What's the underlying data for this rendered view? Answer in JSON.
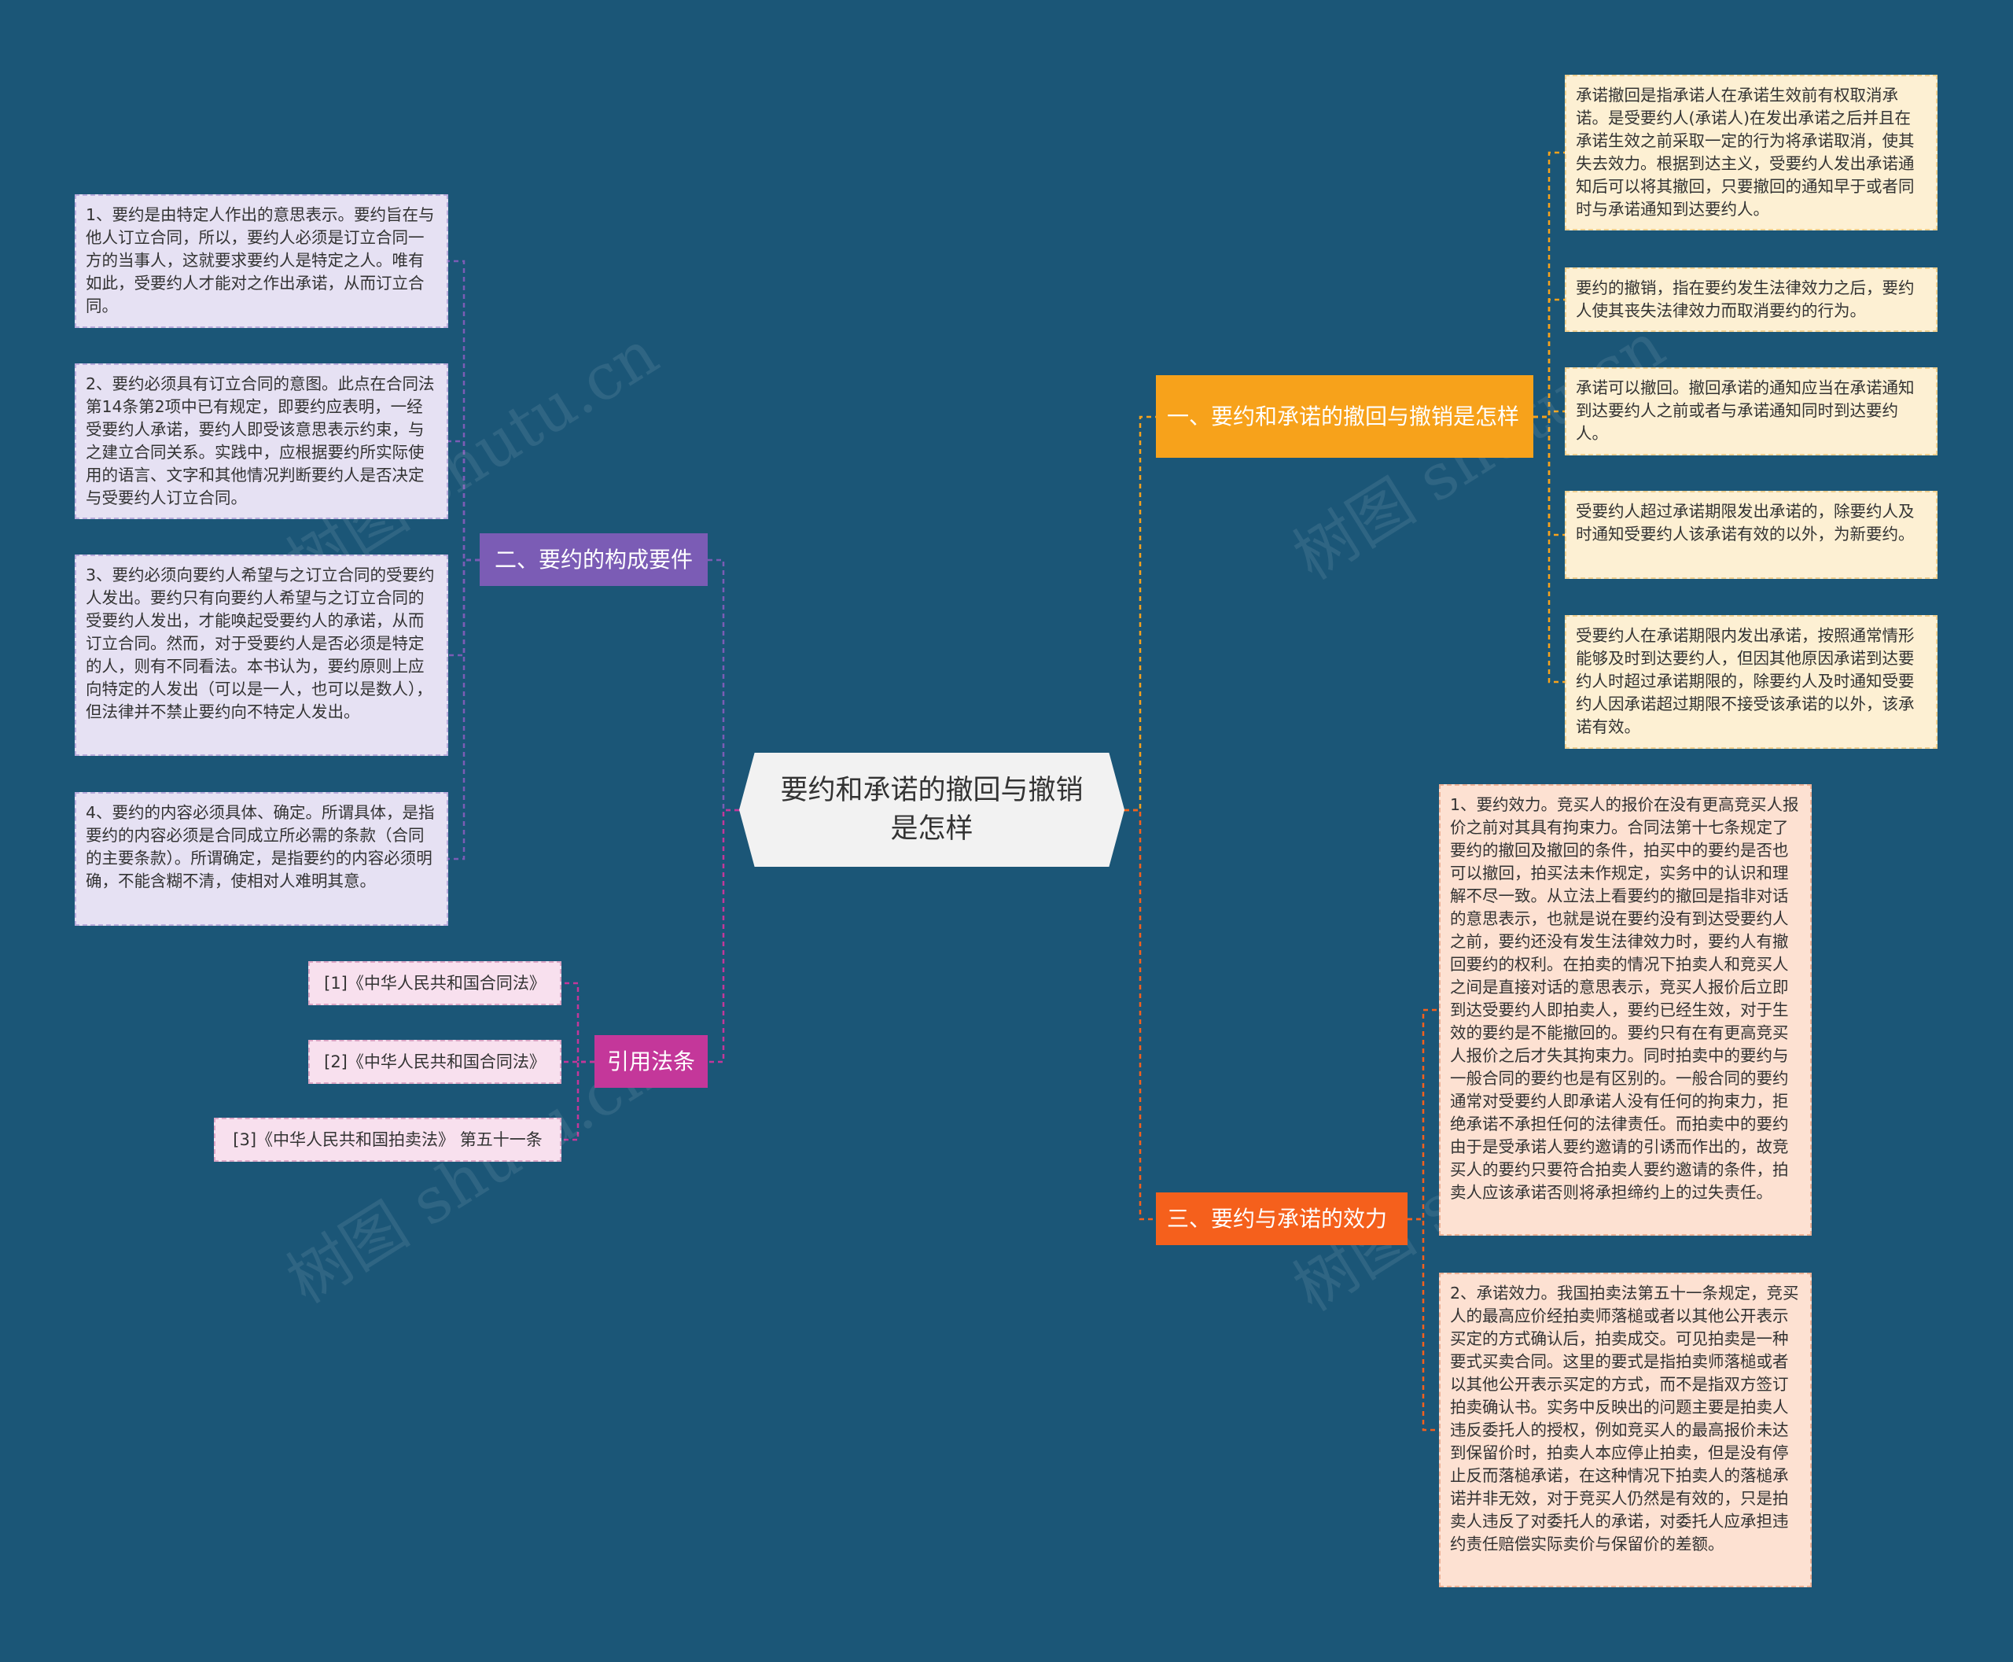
{
  "center": {
    "title": "要约和承诺的撤回与撤销是怎样"
  },
  "branches": {
    "b1": {
      "label": "一、要约和承诺的撤回与撤销是怎样",
      "color": "#f7a21b",
      "items": [
        "承诺撤回是指承诺人在承诺生效前有权取消承诺。是受要约人(承诺人)在发出承诺之后并且在承诺生效之前采取一定的行为将承诺取消，使其失去效力。根据到达主义，受要约人发出承诺通知后可以将其撤回，只要撤回的通知早于或者同时与承诺通知到达要约人。",
        "要约的撤销，指在要约发生法律效力之后，要约人使其丧失法律效力而取消要约的行为。",
        "承诺可以撤回。撤回承诺的通知应当在承诺通知到达要约人之前或者与承诺通知同时到达要约人。",
        "受要约人超过承诺期限发出承诺的，除要约人及时通知受要约人该承诺有效的以外，为新要约。",
        "受要约人在承诺期限内发出承诺，按照通常情形能够及时到达要约人，但因其他原因承诺到达要约人时超过承诺期限的，除要约人及时通知受要约人因承诺超过期限不接受该承诺的以外，该承诺有效。"
      ]
    },
    "b2": {
      "label": "二、要约的构成要件",
      "color": "#7b5cb5",
      "items": [
        "1、要约是由特定人作出的意思表示。要约旨在与他人订立合同，所以，要约人必须是订立合同一方的当事人，这就要求要约人是特定之人。唯有如此，受要约人才能对之作出承诺，从而订立合同。",
        "2、要约必须具有订立合同的意图。此点在合同法第14条第2项中已有规定，即要约应表明，一经受要约人承诺，要约人即受该意思表示约束，与之建立合同关系。实践中，应根据要约所实际使用的语言、文字和其他情况判断要约人是否决定与受要约人订立合同。",
        "3、要约必须向要约人希望与之订立合同的受要约人发出。要约只有向要约人希望与之订立合同的受要约人发出，才能唤起受要约人的承诺，从而订立合同。然而，对于受要约人是否必须是特定的人，则有不同看法。本书认为，要约原则上应向特定的人发出（可以是一人，也可以是数人），但法律并不禁止要约向不特定人发出。",
        "4、要约的内容必须具体、确定。所谓具体，是指要约的内容必须是合同成立所必需的条款（合同的主要条款）。所谓确定，是指要约的内容必须明确，不能含糊不清，使相对人难明其意。"
      ]
    },
    "b3": {
      "label": "引用法条",
      "color": "#c4379a",
      "items": [
        "[1]《中华人民共和国合同法》",
        "[2]《中华人民共和国合同法》",
        "[3]《中华人民共和国拍卖法》 第五十一条"
      ]
    },
    "b4": {
      "label": "三、要约与承诺的效力",
      "color": "#f5601c",
      "items": [
        "1、要约效力。竞买人的报价在没有更高竞买人报价之前对其具有拘束力。合同法第十七条规定了要约的撤回及撤回的条件，拍买中的要约是否也可以撤回，拍买法未作规定，实务中的认识和理解不尽一致。从立法上看要约的撤回是指非对话的意思表示，也就是说在要约没有到达受要约人之前，要约还没有发生法律效力时，要约人有撤回要约的权利。在拍卖的情况下拍卖人和竞买人之间是直接对话的意思表示，竞买人报价后立即到达受要约人即拍卖人，要约已经生效，对于生效的要约是不能撤回的。要约只有在有更高竞买人报价之后才失其拘束力。同时拍卖中的要约与一般合同的要约也是有区别的。一般合同的要约通常对受要约人即承诺人没有任何的拘束力，拒绝承诺不承担任何的法律责任。而拍卖中的要约由于是受承诺人要约邀请的引诱而作出的，故竞买人的要约只要符合拍卖人要约邀请的条件，拍卖人应该承诺否则将承担缔约上的过失责任。",
        "2、承诺效力。我国拍卖法第五十一条规定，竞买人的最高应价经拍卖师落槌或者以其他公开表示买定的方式确认后，拍卖成交。可见拍卖是一种要式买卖合同。这里的要式是指拍卖师落槌或者以其他公开表示买定的方式，而不是指双方签订拍卖确认书。实务中反映出的问题主要是拍卖人违反委托人的授权，例如竞买人的最高报价未达到保留价时，拍卖人本应停止拍卖，但是没有停止反而落槌承诺，在这种情况下拍卖人的落槌承诺并非无效，对于竞买人仍然是有效的，只是拍卖人违反了对委托人的承诺，对委托人应承担违约责任赔偿实际卖价与保留价的差额。"
      ]
    }
  },
  "watermark": "树图 shutu.cn"
}
